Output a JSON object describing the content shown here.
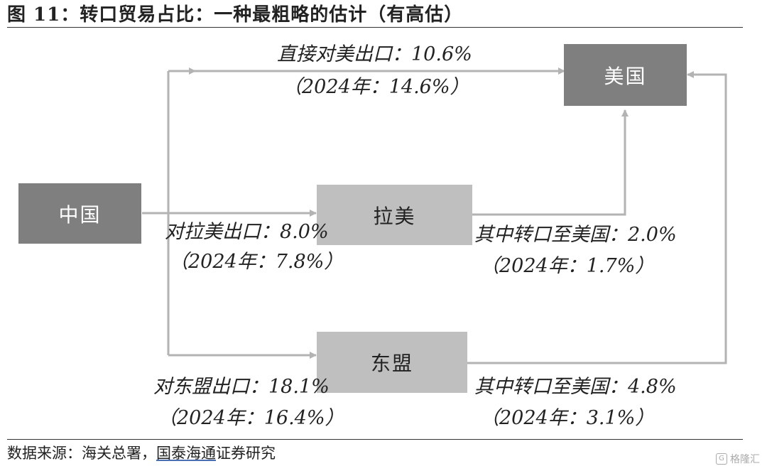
{
  "figure": {
    "title": "图 11：转口贸易占比：一种最粗略的估计（有高估）",
    "source_prefix": "数据来源：海关总署，",
    "source_link": "国泰海通",
    "source_suffix": "证券研究"
  },
  "nodes": {
    "china": "中国",
    "usa": "美国",
    "latam": "拉美",
    "asean": "东盟"
  },
  "labels": {
    "direct_export": "直接对美出口：10.6%",
    "direct_export_2024": "（2024年：14.6%）",
    "latam_export": "对拉美出口：8.0%",
    "latam_export_2024": "（2024年：7.8%）",
    "latam_reexport": "其中转口至美国：2.0%",
    "latam_reexport_2024": "（2024年：1.7%）",
    "asean_export": "对东盟出口：18.1%",
    "asean_export_2024": "（2024年：16.4%）",
    "asean_reexport": "其中转口至美国：4.8%",
    "asean_reexport_2024": "（2024年：3.1%）"
  },
  "watermark": "格隆汇",
  "colors": {
    "dark_box": "#7f7f7f",
    "light_box": "#bfbfbf",
    "arrow": "#b3b3b3"
  }
}
